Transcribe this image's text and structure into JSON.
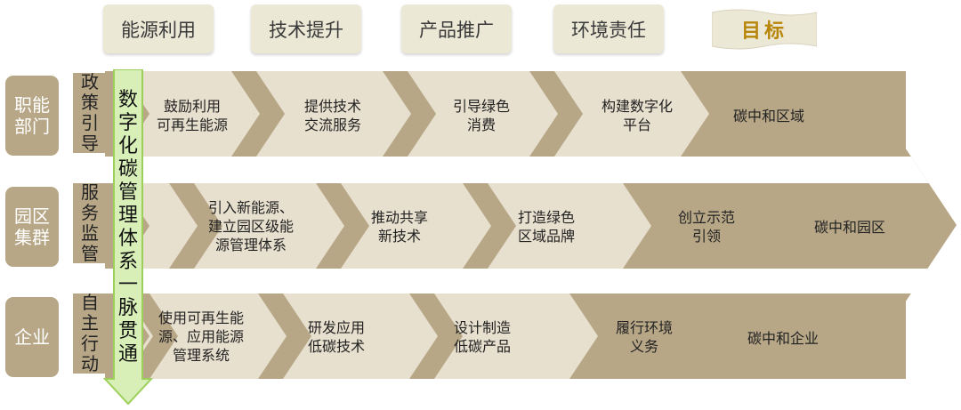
{
  "headers": [
    "能源利用",
    "技术提升",
    "产品推广",
    "环境责任"
  ],
  "goal": "目标",
  "spine": "数\n字\n化\n碳\n管\n理\n体\n系\n一\n脉\n贯\n通",
  "colors": {
    "dark": "#b7a787",
    "light": "#e8e0cf",
    "header": "#ece8d6",
    "arrow": "#9cd05a",
    "goal_text": "#b8860b"
  },
  "rows": [
    {
      "label": "职能\n部门",
      "sub": "政策\n引导",
      "cells": [
        "鼓励利用\n可再生能源",
        "提供技术\n交流服务",
        "引导绿色\n消费",
        "构建数字化\n平台"
      ],
      "goal": "碳中和区域"
    },
    {
      "label": "园区\n集群",
      "sub": "服务\n监管",
      "cells": [
        "引入新能源、\n建立园区级能\n源管理体系",
        "推动共享\n新技术",
        "打造绿色\n区域品牌",
        "创立示范\n引领"
      ],
      "goal": "碳中和园区"
    },
    {
      "label": "企业",
      "sub": "自主\n行动",
      "cells": [
        "使用可再生能\n源、应用能源\n管理系统",
        "研发应用\n低碳技术",
        "设计制造\n低碳产品",
        "履行环境\n义务"
      ],
      "goal": "碳中和企业"
    }
  ]
}
